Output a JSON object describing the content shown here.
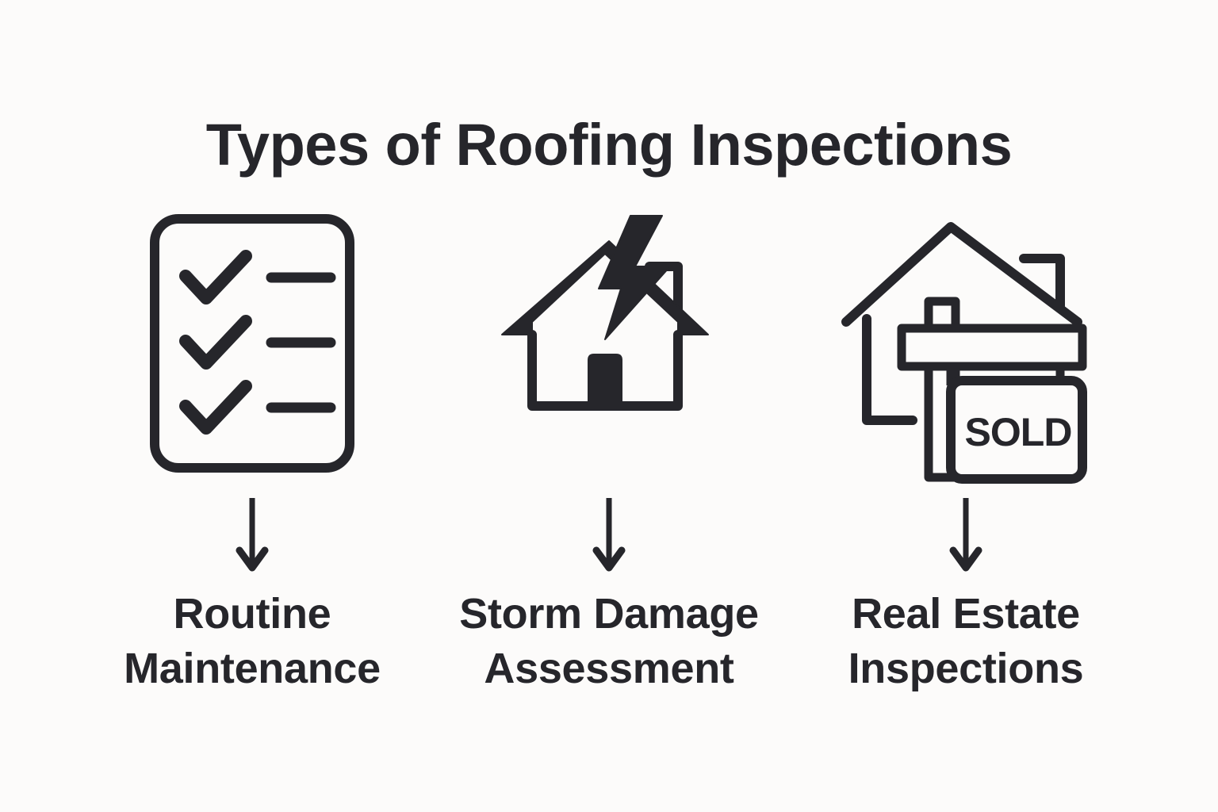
{
  "page": {
    "title": "Types of Roofing Inspections",
    "background_color": "#FCFBFA",
    "ink_color": "#26262B"
  },
  "items": [
    {
      "id": "routine-maintenance",
      "icon_name": "checklist-clipboard-icon",
      "icon_description": "Rounded rectangle document with three checkmarks and three list lines",
      "checkmark_count": 3,
      "line_count": 3,
      "arrow_name": "down-arrow-icon",
      "label": "Routine\nMaintenance",
      "label_line_1": "Routine",
      "label_line_2": "Maintenance"
    },
    {
      "id": "storm-damage-assessment",
      "icon_name": "house-lightning-bolt-icon",
      "icon_description": "House outline with chimney and solid door, struck by a solid lightning bolt",
      "arrow_name": "down-arrow-icon",
      "label": "Storm Damage\nAssessment",
      "label_line_1": "Storm Damage",
      "label_line_2": "Assessment"
    },
    {
      "id": "real-estate-inspections",
      "icon_name": "house-sold-sign-icon",
      "icon_description": "House outline with chimney and a hanging real estate sign",
      "sign_text": "SOLD",
      "arrow_name": "down-arrow-icon",
      "label": "Real Estate\nInspections",
      "label_line_1": "Real Estate",
      "label_line_2": "Inspections"
    }
  ]
}
